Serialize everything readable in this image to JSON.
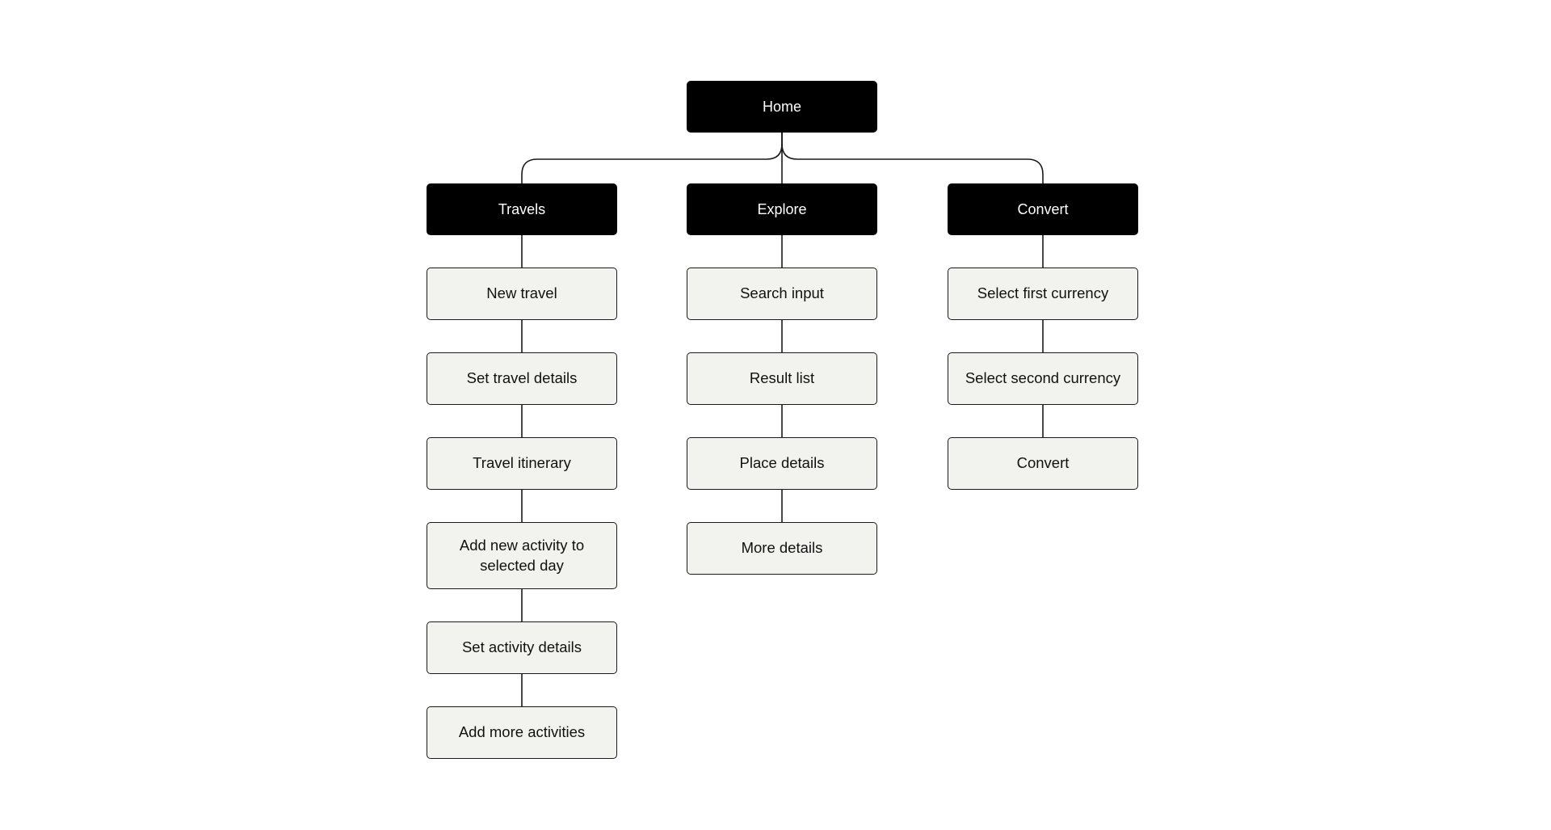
{
  "diagram": {
    "root": {
      "label": "Home"
    },
    "branches": [
      {
        "label": "Travels",
        "steps": [
          "New travel",
          "Set travel details",
          "Travel itinerary",
          "Add new activity to selected day",
          "Set activity details",
          "Add more activities"
        ]
      },
      {
        "label": "Explore",
        "steps": [
          "Search input",
          "Result list",
          "Place details",
          "More details"
        ]
      },
      {
        "label": "Convert",
        "steps": [
          "Select first currency",
          "Select second currency",
          "Convert"
        ]
      }
    ]
  },
  "colors": {
    "header_fill": "#000000",
    "header_text": "#ffffff",
    "step_fill": "#f2f2ee",
    "outline": "#1a1a1a"
  }
}
